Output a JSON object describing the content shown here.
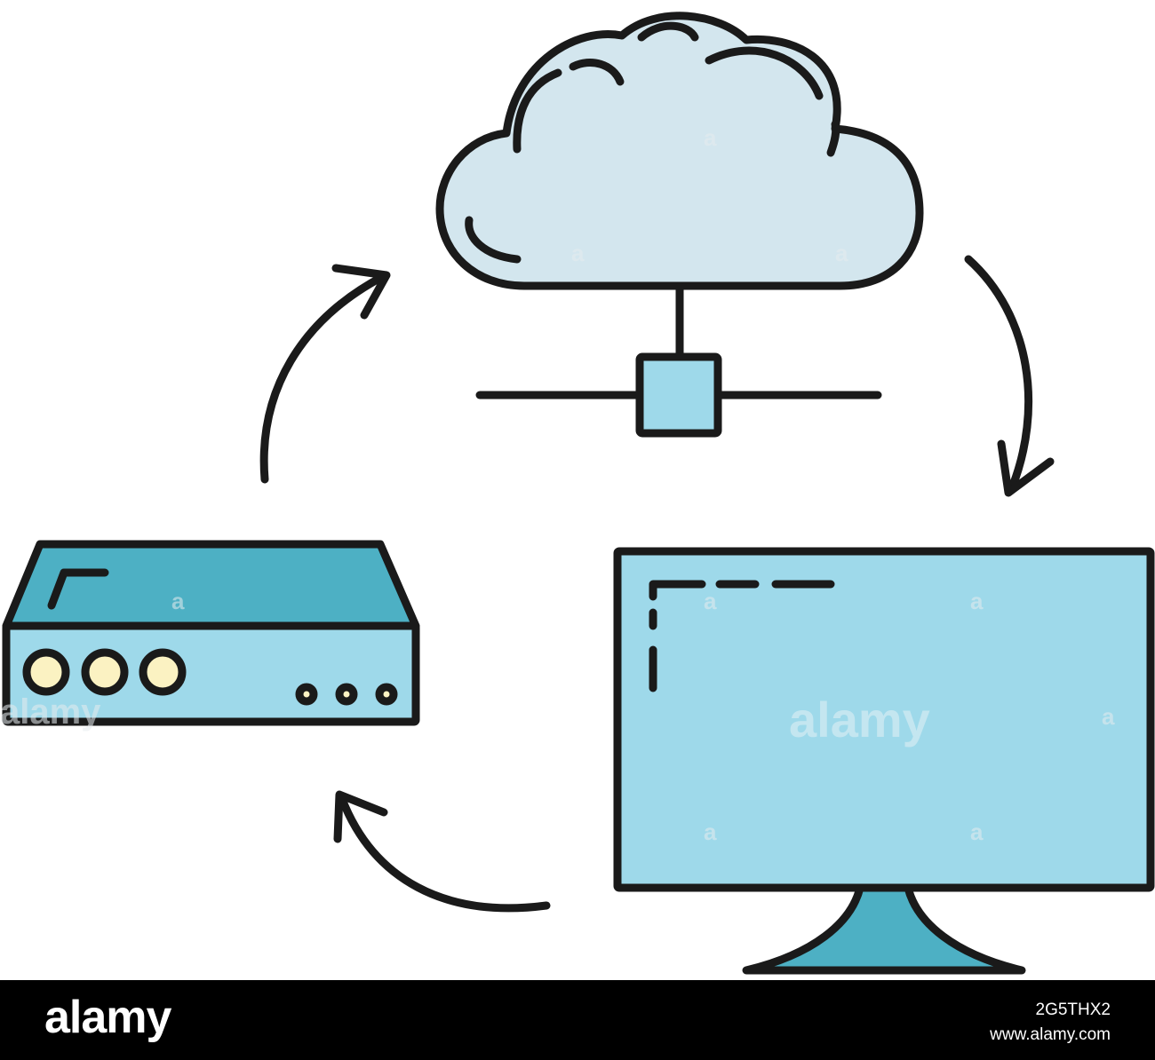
{
  "colors": {
    "cloud_fill": "#d3e6ee",
    "node_fill": "#9ed9ea",
    "device_top": "#4db0c4",
    "device_front": "#9ed9ea",
    "port_fill": "#fbf2c2",
    "monitor_screen": "#9ed9ea",
    "monitor_stand": "#4db0c4",
    "outline": "#1a1a1a"
  },
  "icons": {
    "cloud": "cloud-icon",
    "network": "network-node-icon",
    "device": "router-icon",
    "monitor": "monitor-icon",
    "arrows": "cycle-arrow-icon"
  },
  "watermark": {
    "center": "alamy",
    "small": "a",
    "edge": "alamy"
  },
  "footer": {
    "logo": "alamy",
    "image_id": "2G5THX2",
    "site": "www.alamy.com"
  }
}
